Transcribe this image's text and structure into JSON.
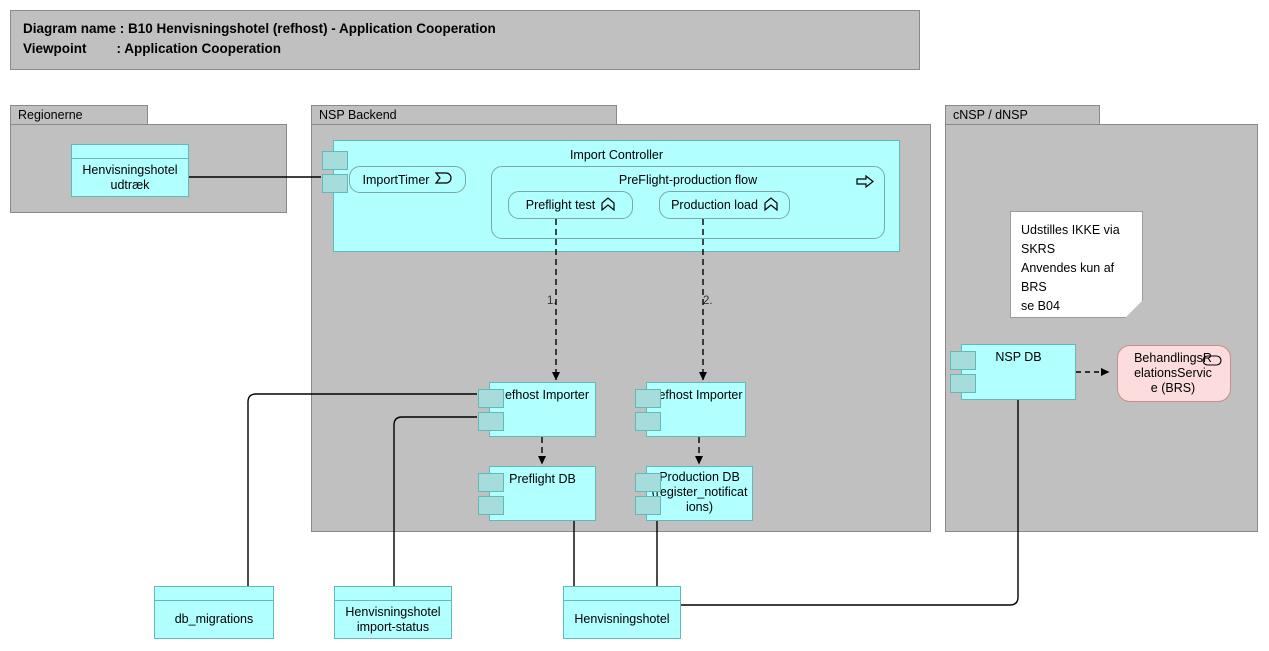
{
  "header": {
    "line1": "Diagram name : B10 Henvisningshotel (refhost) - Application Cooperation",
    "line2": "Viewpoint        : Application Cooperation"
  },
  "groups": [
    {
      "id": "regionerne",
      "label": "Regionerne"
    },
    {
      "id": "nsp-backend",
      "label": "NSP Backend"
    },
    {
      "id": "cnsp-dnsp",
      "label": "cNSP / dNSP"
    }
  ],
  "nodes": {
    "henvisningshotel_udtraek": {
      "label": "Henvisningshotel\nudtræk",
      "type": "data-object"
    },
    "import_controller": {
      "label": "Import Controller",
      "type": "application-component"
    },
    "import_timer": {
      "label": "ImportTimer",
      "type": "application-event",
      "icon": "event-icon"
    },
    "preflight_production_flow": {
      "label": "PreFlight-production flow",
      "type": "application-process",
      "icon": "process-arrow-icon"
    },
    "preflight_test": {
      "label": "Preflight test",
      "type": "application-function",
      "icon": "function-chevron-icon"
    },
    "production_load": {
      "label": "Production load",
      "type": "application-function",
      "icon": "function-chevron-icon"
    },
    "refhost_importer_1": {
      "label": "Refhost Importer",
      "type": "application-component"
    },
    "refhost_importer_2": {
      "label": "Refhost Importer",
      "type": "application-component"
    },
    "preflight_db": {
      "label": "Preflight DB",
      "type": "application-component"
    },
    "production_db": {
      "label": "Production DB\n(register_notificat\nions)",
      "type": "application-component"
    },
    "nsp_db": {
      "label": "NSP DB",
      "type": "application-component"
    },
    "brs_service": {
      "label": "BehandlingsR\nelationsServic\ne (BRS)",
      "type": "application-service",
      "icon": "service-oval-icon"
    },
    "db_migrations": {
      "label": "db_migrations",
      "type": "data-object"
    },
    "import_status": {
      "label": "Henvisningshotel\nimport-status",
      "type": "data-object"
    },
    "henvisningshotel": {
      "label": "Henvisningshotel",
      "type": "data-object"
    }
  },
  "note": {
    "line1": "Udstilles IKKE via SKRS",
    "line2": "",
    "line3": "Anvendes kun af BRS",
    "line4": "se B04"
  },
  "connection_labels": {
    "flow1": "1.",
    "flow2": "2."
  },
  "colors": {
    "element_fill": "#b2ffff",
    "element_stroke": "#63b8b8",
    "group_fill": "#c0c0c0",
    "group_stroke": "#8a8a8a",
    "service_fill": "#fcdcdc",
    "service_stroke": "#c98d8d",
    "note_fill": "#ffffff",
    "line": "#000000"
  }
}
